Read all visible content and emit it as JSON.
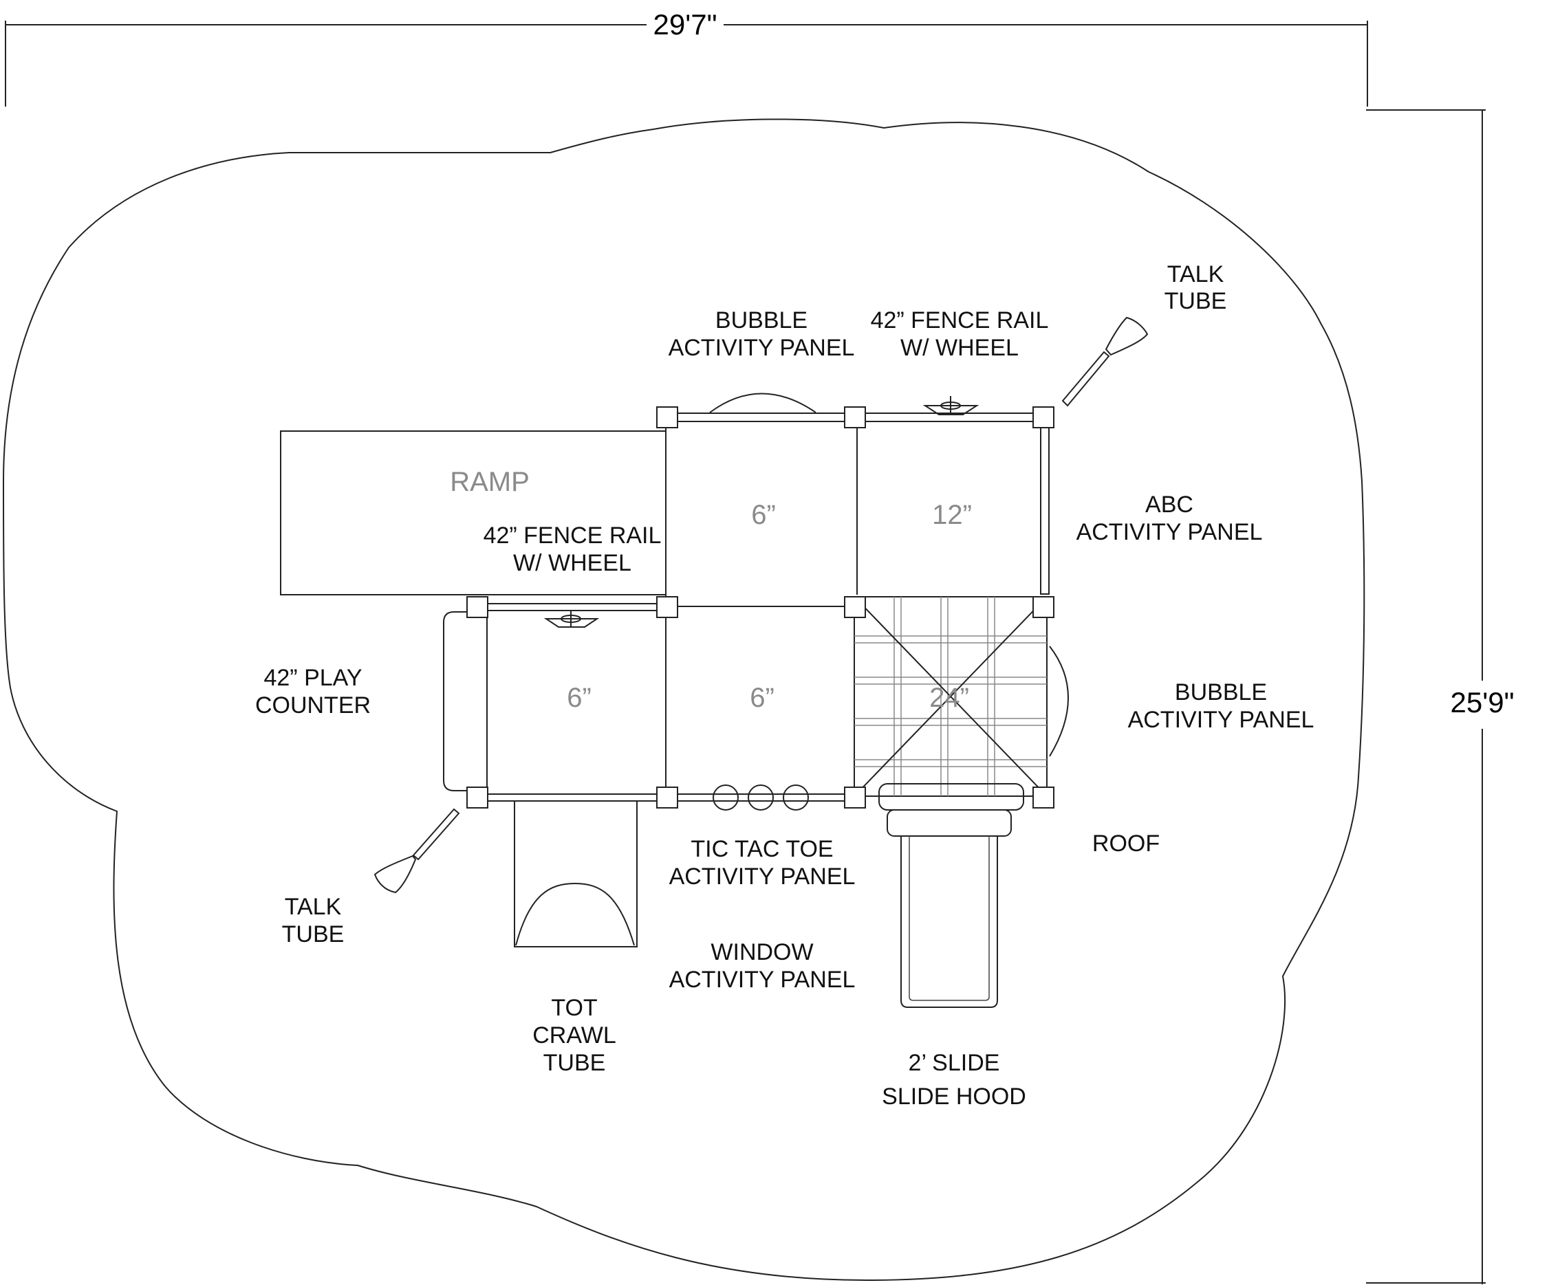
{
  "dimensions": {
    "width": "29'7\"",
    "depth": "25'9\""
  },
  "decks": {
    "left_top": "6”",
    "right_top": "12”",
    "left_bottom_outer": "6”",
    "left_bottom_inner": "6”",
    "center": "24”"
  },
  "labels": {
    "ramp": "RAMP",
    "talk_tube_top": [
      "TALK",
      "TUBE"
    ],
    "bubble_panel_top": [
      "BUBBLE",
      "ACTIVITY PANEL"
    ],
    "fence_rail_top": [
      "42” FENCE RAIL",
      "W/ WHEEL"
    ],
    "fence_rail_left": [
      "42” FENCE RAIL",
      "W/ WHEEL"
    ],
    "abc_panel": [
      "ABC",
      "ACTIVITY PANEL"
    ],
    "play_counter": [
      "42” PLAY",
      "COUNTER"
    ],
    "bubble_panel_right": [
      "BUBBLE",
      "ACTIVITY PANEL"
    ],
    "roof": "ROOF",
    "tic_tac_toe": [
      "TIC TAC TOE",
      "ACTIVITY PANEL"
    ],
    "talk_tube_bottom": [
      "TALK",
      "TUBE"
    ],
    "window_panel": [
      "WINDOW",
      "ACTIVITY PANEL"
    ],
    "tot_crawl_tube": [
      "TOT",
      "CRAWL",
      "TUBE"
    ],
    "slide": "2’ SLIDE",
    "slide_hood": "SLIDE HOOD"
  }
}
